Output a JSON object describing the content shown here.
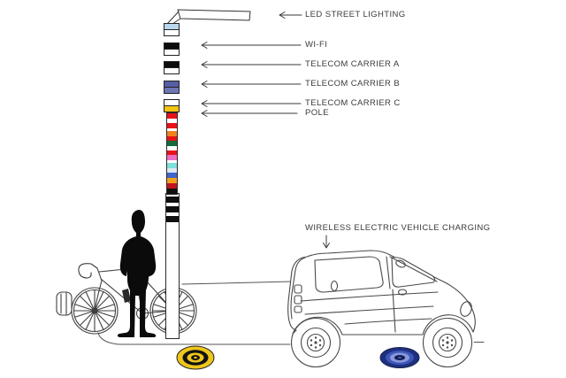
{
  "figure": {
    "callouts": [
      {
        "id": "led-street-lighting",
        "label": "LED STREET LIGHTING"
      },
      {
        "id": "wifi",
        "label": "WI-FI"
      },
      {
        "id": "telecom-carrier-a",
        "label": "TELECOM CARRIER A"
      },
      {
        "id": "telecom-carrier-b",
        "label": "TELECOM CARRIER B"
      },
      {
        "id": "telecom-carrier-c",
        "label": "TELECOM CARRIER C"
      },
      {
        "id": "pole",
        "label": "POLE"
      }
    ],
    "annotation": {
      "wireless_charging": "WIRELESS ELECTRIC VEHICLE CHARGING"
    }
  },
  "colors": {
    "background": "#ffffff",
    "text": "#3a3a3a",
    "line_art": "#4a4a4a",
    "ground_line": "#555555",
    "silhouette": "#0b0b0b",
    "band_black": "#101010"
  },
  "pole": {
    "modules": [
      {
        "name": "led-module",
        "top": "#b9d8ee",
        "bottom": "#ffffff"
      },
      {
        "name": "wifi-module",
        "top": "#0d0d0d",
        "bottom": "#ffffff"
      },
      {
        "name": "telecom-a-module",
        "top": "#0d0d0d",
        "bottom": "#ffffff"
      },
      {
        "name": "telecom-b-module",
        "top": "#575ea6",
        "bottom": "#6f76b6"
      },
      {
        "name": "telecom-c-module",
        "top": "#ffffff",
        "bottom": "#f2c313"
      }
    ],
    "segments": [
      {
        "color": "#e81219",
        "h": 6
      },
      {
        "color": "#ffffff",
        "h": 5
      },
      {
        "color": "#e81219",
        "h": 6
      },
      {
        "color": "#ffffff",
        "h": 3
      },
      {
        "color": "#f0821e",
        "h": 6
      },
      {
        "color": "#e81219",
        "h": 5
      },
      {
        "color": "#156b3a",
        "h": 6
      },
      {
        "color": "#ffffff",
        "h": 5
      },
      {
        "color": "#e81219",
        "h": 5
      },
      {
        "color": "#ec6ec4",
        "h": 6
      },
      {
        "color": "#ffffff",
        "h": 3
      },
      {
        "color": "#7fe0da",
        "h": 6
      },
      {
        "color": "#dde9f3",
        "h": 5
      },
      {
        "color": "#3f66c9",
        "h": 6
      },
      {
        "color": "#f5a01c",
        "h": 6
      },
      {
        "color": "#c1141f",
        "h": 6
      },
      {
        "color": "#101010",
        "h": 6
      }
    ],
    "bands": [
      {
        "y": 3,
        "h": 7
      },
      {
        "y": 14,
        "h": 7
      },
      {
        "y": 25,
        "h": 7
      }
    ]
  },
  "pads": {
    "bike_pad": {
      "outer": "#eec61b",
      "ring": "#121212",
      "mid": "#eec61b",
      "core": "#121212",
      "dot": "#eec61b"
    },
    "car_pad": {
      "outer": "#20307f",
      "ring": "#3d57bb",
      "mid": "#8a97d8",
      "core": "#111d55",
      "dot": "#3d57bb"
    }
  }
}
